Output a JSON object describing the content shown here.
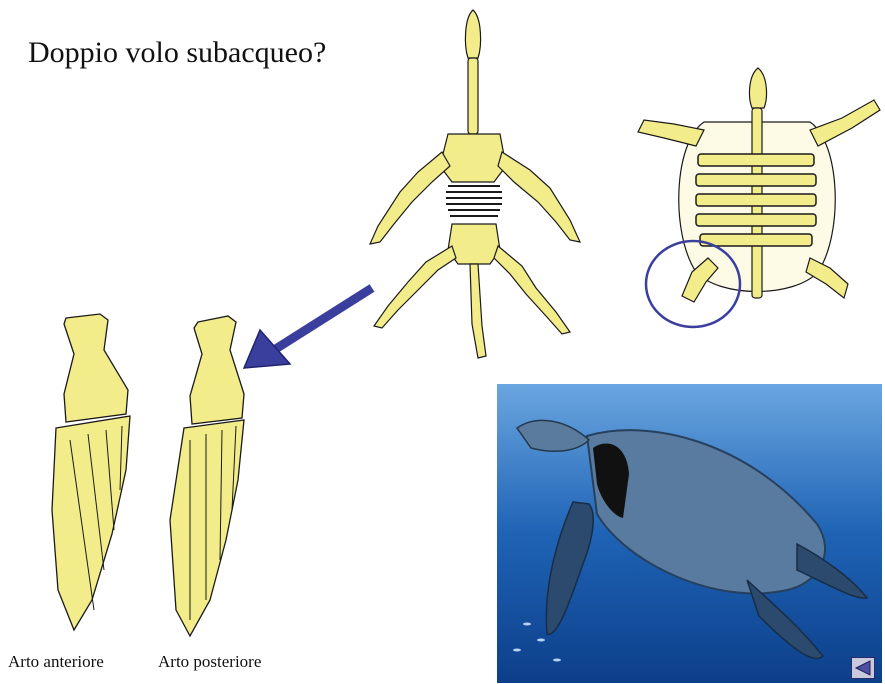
{
  "slide": {
    "title": "Doppio volo subacqueo?",
    "captions": {
      "front_limb": "Arto anteriore",
      "hind_limb": "Arto posteriore"
    }
  },
  "icons": {
    "back": "back-triangle-icon",
    "arrow": "arrow-icon",
    "highlight": "circle-highlight"
  },
  "colors": {
    "bone": "#f3ec8a",
    "outline": "#1a1a1a",
    "arrow": "#3a3f9e",
    "circle": "#3a3f9e",
    "ocean": "#1e5fb0"
  }
}
